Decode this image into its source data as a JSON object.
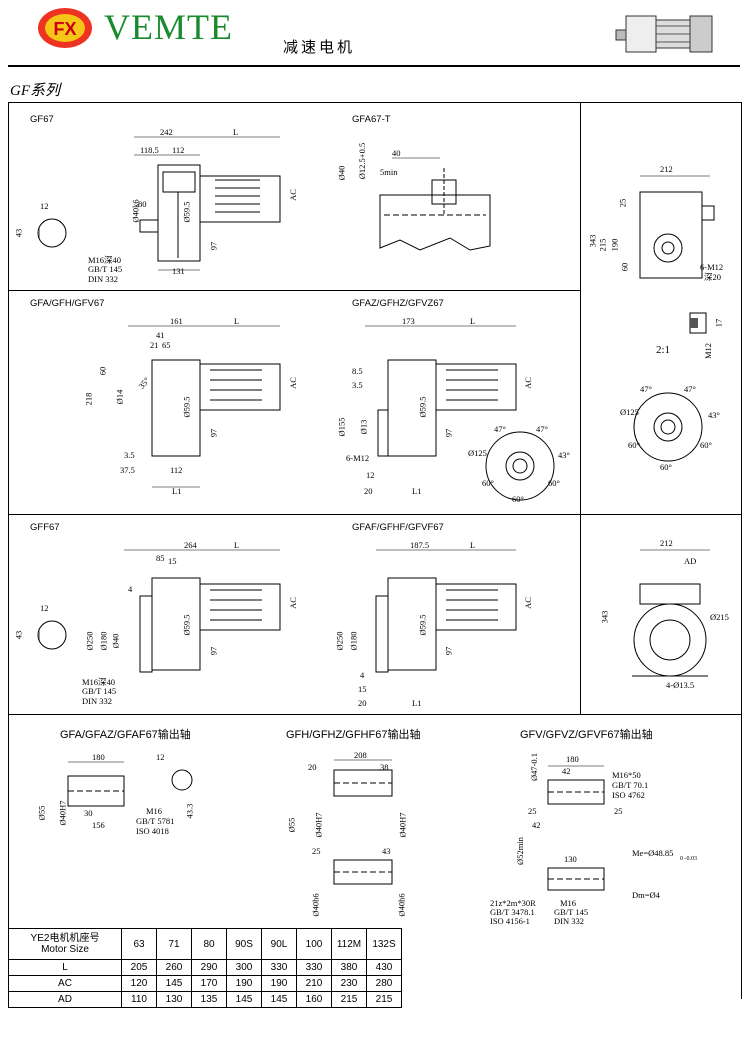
{
  "header": {
    "brand_name": "VEMTE",
    "logo_text": "FX",
    "subtitle": "减速电机",
    "series": "GF系列"
  },
  "drawings": {
    "gf67": {
      "title": "GF67",
      "d242": "242",
      "dL": "L",
      "d118": "118.5",
      "d112": "112",
      "d80": "80",
      "d40": "Ø40k6",
      "d59": "Ø59.5",
      "d97": "97",
      "d131": "131",
      "d12": "12",
      "d43": "43",
      "dAC": "AC",
      "thread": "M16深40",
      "std1": "GB/T 145",
      "std2": "DIN 332"
    },
    "gfa67t": {
      "title": "GFA67-T",
      "d40": "40",
      "d40b": "Ø40",
      "d12": "Ø12.5+0.5",
      "d5": "5min"
    },
    "side": {
      "d212": "212",
      "d25": "25",
      "d343": "343",
      "d215": "215",
      "d190": "190",
      "d60": "60",
      "tap": "6-M12",
      "tapdepth": "深20",
      "d17": "17",
      "scale": "2:1",
      "m12": "M12",
      "d47a": "47°",
      "d47b": "47°",
      "d43": "43°",
      "d60a": "60°",
      "d60b": "60°",
      "d60c": "60°",
      "d125": "Ø125"
    },
    "gfa67": {
      "title": "GFA/GFH/GFV67",
      "d161": "161",
      "dL": "L",
      "d41": "41",
      "d21": "21",
      "d65": "65",
      "d60": "60",
      "d218": "218",
      "d14": "Ø14",
      "d35": "35°",
      "d59": "Ø59.5",
      "dAC": "AC",
      "d97": "97",
      "d35b": "3.5",
      "d375": "37.5",
      "d112": "112",
      "dL1": "L1"
    },
    "gfaz67": {
      "title": "GFAZ/GFHZ/GFVZ67",
      "d173": "173",
      "dL": "L",
      "d85": "8.5",
      "d35": "3.5",
      "d155": "Ø155",
      "d13": "Ø13",
      "tap": "6-M12",
      "d59": "Ø59.5",
      "dAC": "AC",
      "d97": "97",
      "d12": "12",
      "d20": "20",
      "dL1": "L1",
      "d47a": "47°",
      "d47b": "47°",
      "d43": "43°",
      "d60a": "60°",
      "d60b": "60°",
      "d60c": "60°",
      "d125": "Ø125"
    },
    "gff67": {
      "title": "GFF67",
      "d264": "264",
      "dL": "L",
      "d85": "85",
      "d15": "15",
      "d4": "4",
      "d250": "Ø250",
      "d180": "Ø180",
      "d40": "Ø40",
      "d59": "Ø59.5",
      "dAC": "AC",
      "d97": "97",
      "d12": "12",
      "d43": "43",
      "thread": "M16深40",
      "std1": "GB/T 145",
      "std2": "DIN 332"
    },
    "gfaf67": {
      "title": "GFAF/GFHF/GFVF67",
      "d1875": "187.5",
      "dL": "L",
      "d250": "Ø250",
      "d180": "Ø180",
      "d59": "Ø59.5",
      "dAC": "AC",
      "d97": "97",
      "d4": "4",
      "d15": "15",
      "d20": "20",
      "dL1": "L1"
    },
    "flange": {
      "d212": "212",
      "dAD": "AD",
      "d343": "343",
      "d215": "Ø215",
      "holes": "4-Ø13.5"
    }
  },
  "shafts": {
    "gfa": {
      "title": "GFA/GFAZ/GFAF67输出轴",
      "d180": "180",
      "d12": "12",
      "d30": "30",
      "d156": "156",
      "d55": "Ø55",
      "d40": "Ø40H7",
      "d433": "43.3",
      "thread": "M16",
      "std1": "GB/T 5781",
      "std2": "ISO 4018"
    },
    "gfh": {
      "title": "GFH/GFHZ/GFHF67输出轴",
      "d208": "208",
      "d20": "20",
      "d38": "38",
      "d55": "Ø55",
      "d40a": "Ø40H7",
      "d40b": "Ø40H7",
      "d25": "25",
      "d43": "43",
      "d40c": "Ø40h6",
      "d40d": "Ø40h6"
    },
    "gfv": {
      "title": "GFV/GFVZ/GFVF67输出轴",
      "d180": "180",
      "d42": "42",
      "d47": "Ø47-0.1",
      "thread": "M16*50",
      "std1": "GB/T 70.1",
      "std2": "ISO 4762",
      "d25a": "25",
      "d25b": "25",
      "d42b": "42",
      "d52": "Ø52min",
      "d130": "130",
      "me": "Me=Ø48.85",
      "me_tol": "0 -0.03",
      "spline": "21z*2m*30R",
      "sstd1": "GB/T 3478.1",
      "sstd2": "ISO 4156-1",
      "m16": "M16",
      "gb145": "GB/T 145",
      "din": "DIN 332",
      "dm": "Dm=Ø4"
    }
  },
  "table": {
    "header_line1": "YE2电机机座号",
    "header_line2": "Motor Size",
    "sizes": [
      "63",
      "71",
      "80",
      "90S",
      "90L",
      "100",
      "112M",
      "132S"
    ],
    "rows": [
      {
        "label": "L",
        "values": [
          "205",
          "260",
          "290",
          "300",
          "330",
          "330",
          "380",
          "430"
        ]
      },
      {
        "label": "AC",
        "values": [
          "120",
          "145",
          "170",
          "190",
          "190",
          "210",
          "230",
          "280"
        ]
      },
      {
        "label": "AD",
        "values": [
          "110",
          "130",
          "135",
          "145",
          "145",
          "160",
          "215",
          "215"
        ]
      }
    ]
  }
}
